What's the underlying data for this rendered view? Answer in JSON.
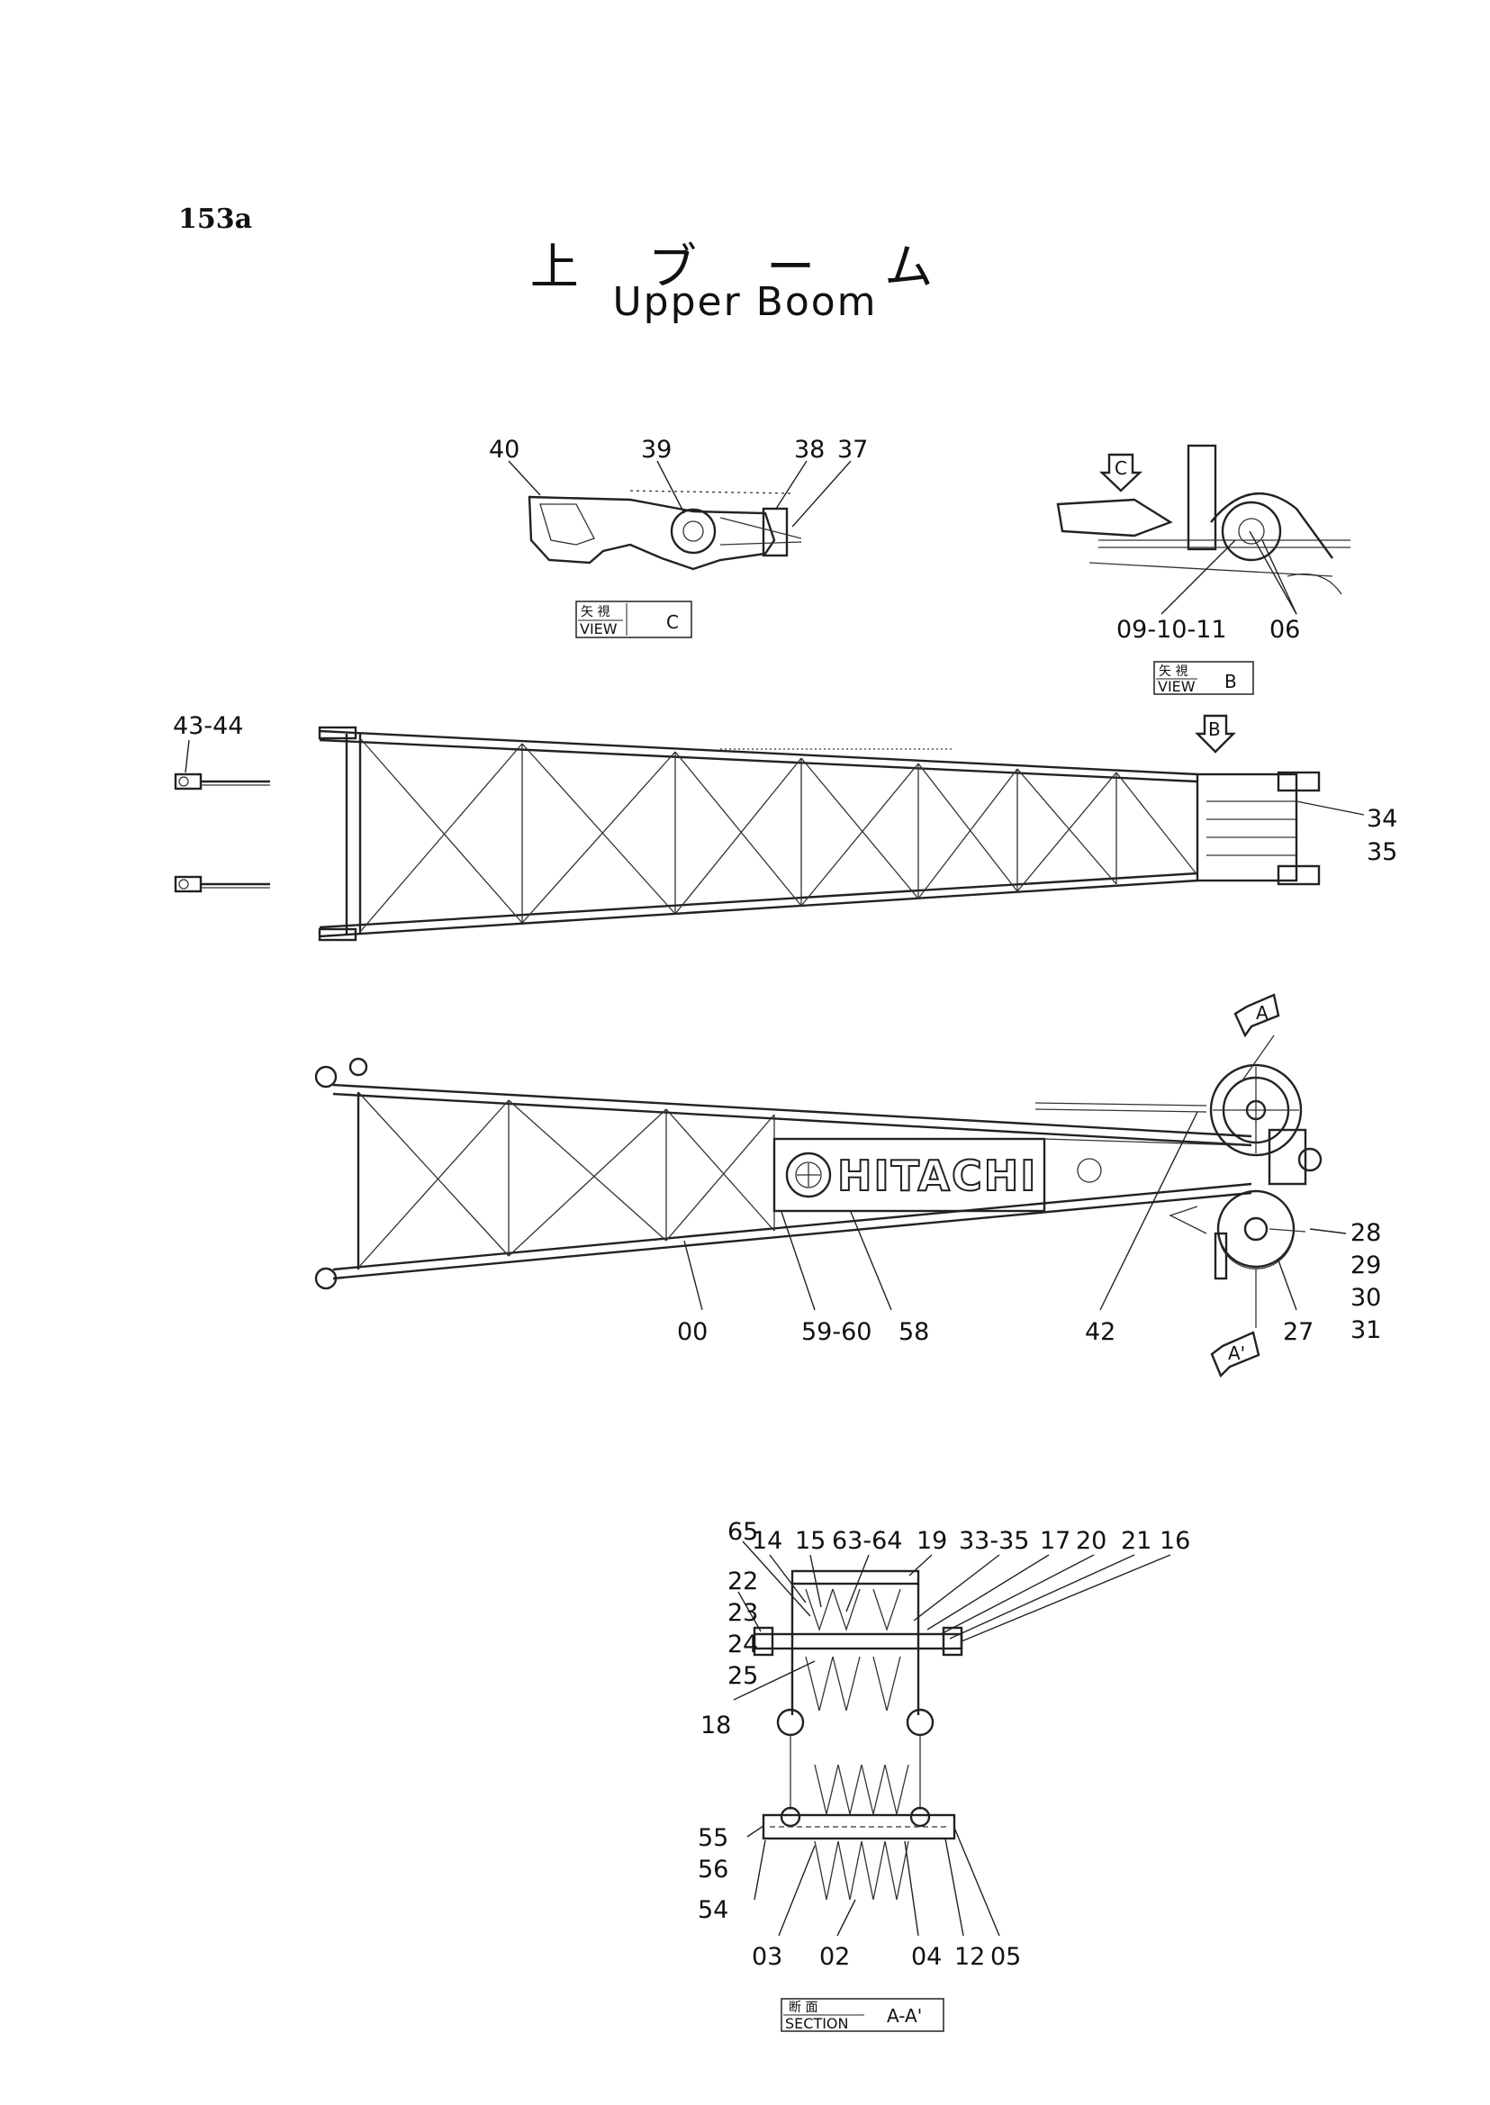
{
  "page": {
    "number": "153a",
    "title_jp": "上 ブ ー ム",
    "title_en": "Upper Boom"
  },
  "views": {
    "view_c": {
      "jp": "矢 視",
      "en": "VIEW",
      "id": "C"
    },
    "view_b": {
      "jp": "矢 視",
      "en": "VIEW",
      "id": "B"
    },
    "section": {
      "jp": "断 面",
      "en": "SECTION",
      "id": "A-A'"
    }
  },
  "arrows": {
    "a": "A",
    "a_prime": "A'",
    "b": "B",
    "c": "C"
  },
  "logo_text": "HITACHI",
  "callouts": {
    "c40": "40",
    "c39": "39",
    "c38": "38",
    "c37": "37",
    "c09_10_11": "09-10-11",
    "c06": "06",
    "c43_44": "43-44",
    "c34": "34",
    "c35": "35",
    "c28": "28",
    "c29": "29",
    "c30": "30",
    "c31": "31",
    "c27": "27",
    "c42": "42",
    "c58": "58",
    "c59_60": "59-60",
    "c00": "00",
    "c14": "14",
    "c15": "15",
    "c63_64": "63-64",
    "c19": "19",
    "c33_35": "33-35",
    "c17": "17",
    "c20": "20",
    "c21": "21",
    "c16": "16",
    "c65": "65",
    "c22": "22",
    "c23": "23",
    "c24": "24",
    "c25": "25",
    "c18": "18",
    "c55": "55",
    "c56": "56",
    "c54": "54",
    "c03": "03",
    "c02": "02",
    "c04": "04",
    "c12": "12",
    "c05": "05"
  }
}
